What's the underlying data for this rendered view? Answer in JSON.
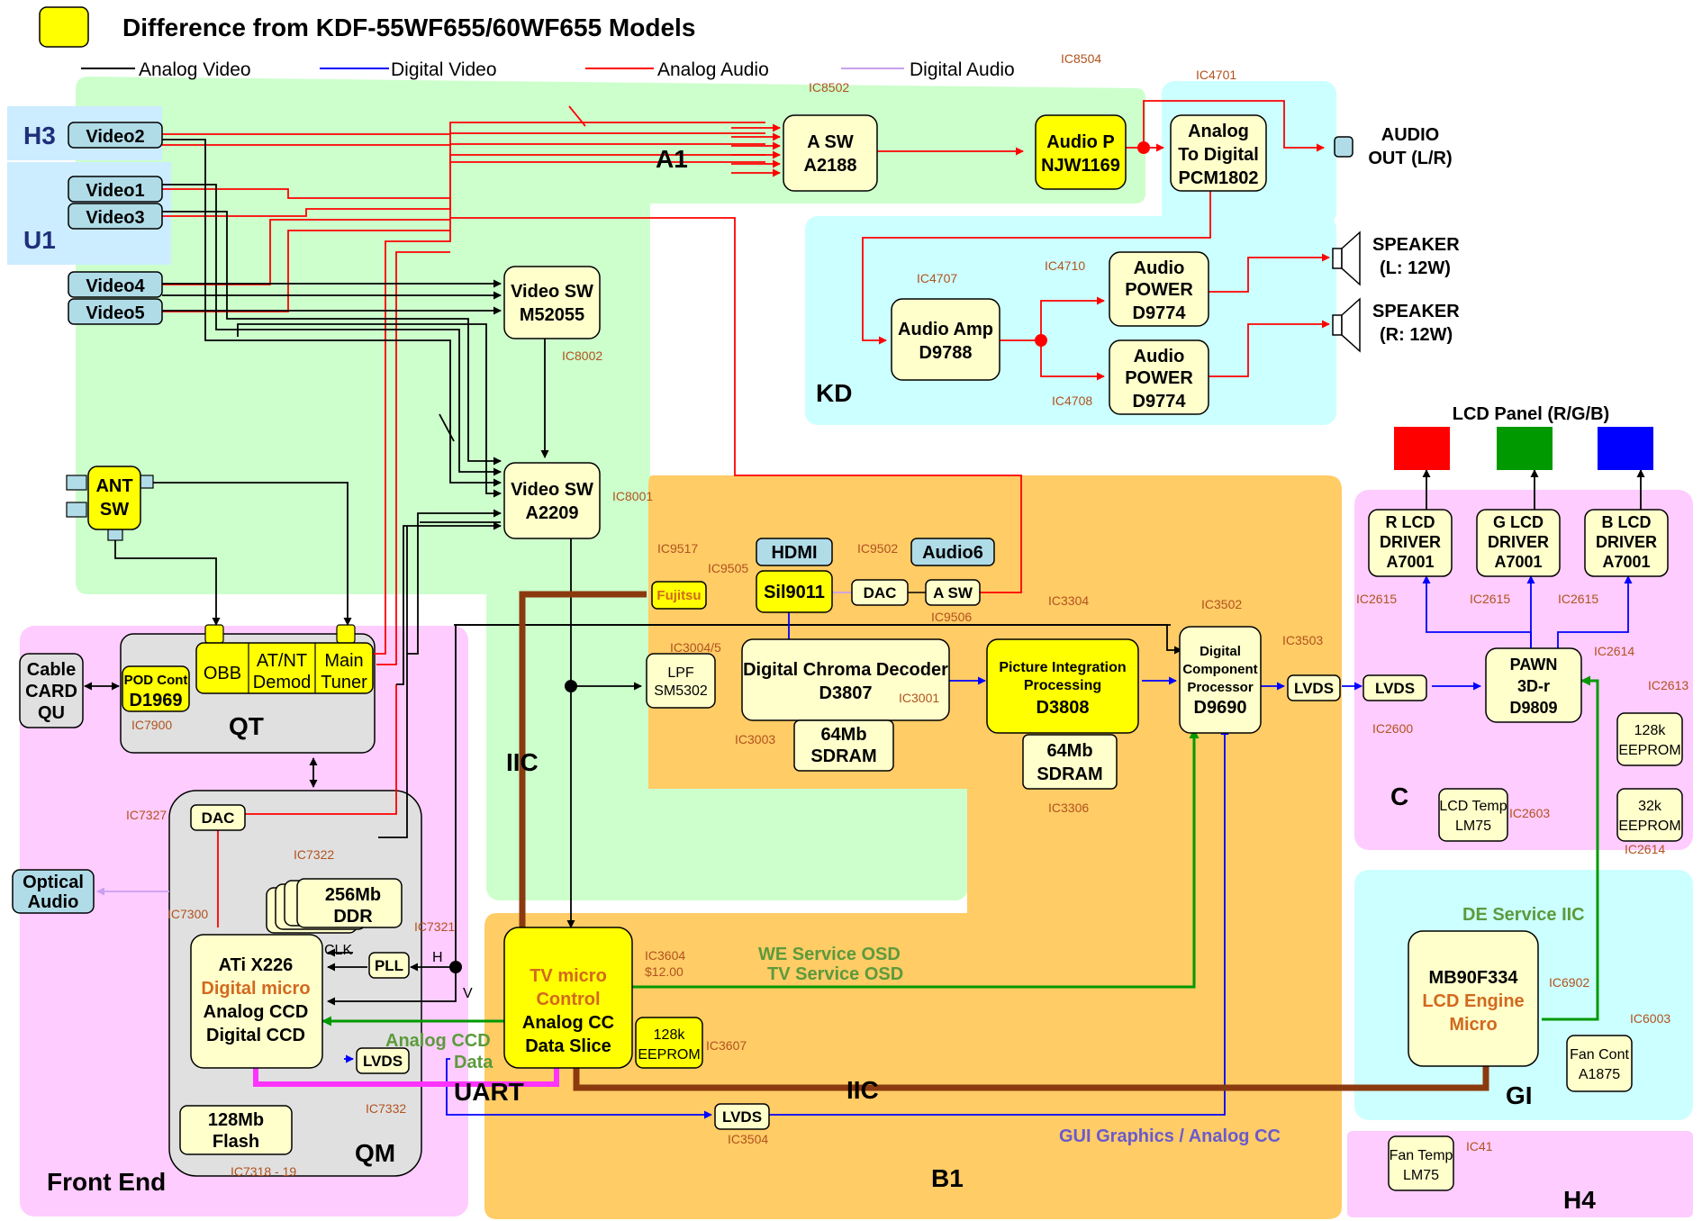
{
  "title": "Difference from KDF-55WF655/60WF655 Models",
  "colors": {
    "changed": "#ffff00",
    "analog_video": "#000000",
    "digital_video": "#0000ff",
    "analog_audio": "#ff0000",
    "digital_audio": "#c8a0f0",
    "iic": "#8b3a0f",
    "uart": "#ff33ff",
    "green_signal": "#009900"
  },
  "legend": {
    "analog_video": "Analog Video",
    "digital_video": "Digital Video",
    "analog_audio": "Analog Audio",
    "digital_audio": "Digital Audio"
  },
  "regions": {
    "a1": "A1",
    "kd": "KD",
    "b1": "B1",
    "qt": "QT",
    "qm": "QM",
    "front_end": "Front End",
    "c": "C",
    "gi": "GI",
    "h4": "H4",
    "h3": "H3",
    "u1": "U1"
  },
  "inputs": {
    "video2": "Video2",
    "video1": "Video1",
    "video3": "Video3",
    "video4": "Video4",
    "video5": "Video5",
    "hdmi": "HDMI",
    "audio6": "Audio6",
    "cable_card": [
      "Cable",
      "CARD",
      "QU"
    ],
    "optical_audio": [
      "Optical",
      "Audio"
    ]
  },
  "blocks": {
    "asw": [
      "A SW",
      "A2188"
    ],
    "audio_p": [
      "Audio P",
      "NJW1169"
    ],
    "atd": [
      "Analog",
      "To Digital",
      "PCM1802"
    ],
    "audio_out": [
      "AUDIO",
      "OUT (L/R)"
    ],
    "spk_l": [
      "SPEAKER",
      "(L: 12W)"
    ],
    "spk_r": [
      "SPEAKER",
      "(R: 12W)"
    ],
    "audio_amp": [
      "Audio Amp",
      "D9788"
    ],
    "audio_power_1": [
      "Audio",
      "POWER",
      "D9774"
    ],
    "audio_power_2": [
      "Audio",
      "POWER",
      "D9774"
    ],
    "video_sw_1": [
      "Video SW",
      "M52055"
    ],
    "video_sw_2": [
      "Video SW",
      "A2209"
    ],
    "ant_sw": [
      "ANT",
      "SW"
    ],
    "pod": [
      "POD Cont",
      "D1969"
    ],
    "obb": "OBB",
    "atnt": [
      "AT/NT",
      "Demod"
    ],
    "main_tuner": [
      "Main",
      "Tuner"
    ],
    "dac_qm": "DAC",
    "ddr": [
      "256Mb",
      "DDR"
    ],
    "pll": "PLL",
    "ati": [
      "ATi X226",
      "Digital micro",
      "Analog CCD",
      "Digital CCD"
    ],
    "lvds_qm": "LVDS",
    "flash": [
      "128Mb",
      "Flash"
    ],
    "fujitsu": "Fujitsu",
    "sil": "Sil9011",
    "dac_b1": "DAC",
    "asw_b1": "A SW",
    "lpf": [
      "LPF",
      "SM5302"
    ],
    "chroma": [
      "Digital Chroma Decoder",
      "D3807"
    ],
    "sdram_1": [
      "64Mb",
      "SDRAM"
    ],
    "pip": [
      "Picture Integration",
      "Processing",
      "D3808"
    ],
    "sdram_2": [
      "64Mb",
      "SDRAM"
    ],
    "dcp": [
      "Digital",
      "Component",
      "Processor",
      "D9690"
    ],
    "lvds_b1": "LVDS",
    "lvds_c": "LVDS",
    "lvds_bottom": "LVDS",
    "tv_micro": [
      "TV micro",
      "Control",
      "Analog CC",
      "Data Slice"
    ],
    "eeprom_tv": [
      "128k",
      "EEPROM"
    ],
    "lcd_panel": "LCD Panel (R/G/B)",
    "r_drv": [
      "R LCD",
      "DRIVER",
      "A7001"
    ],
    "g_drv": [
      "G LCD",
      "DRIVER",
      "A7001"
    ],
    "b_drv": [
      "B LCD",
      "DRIVER",
      "A7001"
    ],
    "pawn": [
      "PAWN",
      "3D-r",
      "D9809"
    ],
    "eeprom_128k": [
      "128k",
      "EEPROM"
    ],
    "eeprom_32k": [
      "32k",
      "EEPROM"
    ],
    "lcd_temp": [
      "LCD Temp",
      "LM75"
    ],
    "mb90": [
      "MB90F334",
      "LCD Engine",
      "Micro"
    ],
    "fan_cont": [
      "Fan Cont",
      "A1875"
    ],
    "fan_temp": [
      "Fan Temp",
      "LM75"
    ]
  },
  "signal_labels": {
    "iic_left": "IIC",
    "iic_bottom": "IIC",
    "uart": "UART",
    "we_service": "WE Service OSD",
    "tv_service": "TV Service OSD",
    "analog_ccd": "Analog CCD",
    "data": "Data",
    "gui": "GUI Graphics / Analog CC",
    "de_service": "DE Service IIC",
    "clk": "CLK",
    "h": "H",
    "v": "V"
  },
  "ic_labels": {
    "ic8504": "IC8504",
    "ic8502": "IC8502",
    "ic4701": "IC4701",
    "ic4707": "IC4707",
    "ic4710": "IC4710",
    "ic4708": "IC4708",
    "ic8002": "IC8002",
    "ic8001": "IC8001",
    "ic7900": "IC7900",
    "ic7327": "IC7327",
    "ic7322": "IC7322",
    "ic7300": "IC7300",
    "ic7321": "IC7321",
    "ic7332": "IC7332",
    "ic7318": "IC7318 - 19",
    "ic9517": "IC9517",
    "ic9505": "IC9505",
    "ic9502": "IC9502",
    "ic9506": "IC9506",
    "ic3304": "IC3304",
    "ic3502": "IC3502",
    "ic3503": "IC3503",
    "ic3004": "IC3004/5",
    "ic3001": "IC3001",
    "ic3003": "IC3003",
    "ic3306": "IC3306",
    "ic3604": "IC3604",
    "price": "$12.00",
    "ic3607": "IC3607",
    "ic3504": "IC3504",
    "ic2615a": "IC2615",
    "ic2615b": "IC2615",
    "ic2615c": "IC2615",
    "ic2614a": "IC2614",
    "ic2613": "IC2613",
    "ic2600": "IC2600",
    "ic2603": "IC2603",
    "ic2614b": "IC2614",
    "ic6902": "IC6902",
    "ic6003": "IC6003",
    "ic41": "IC41"
  }
}
